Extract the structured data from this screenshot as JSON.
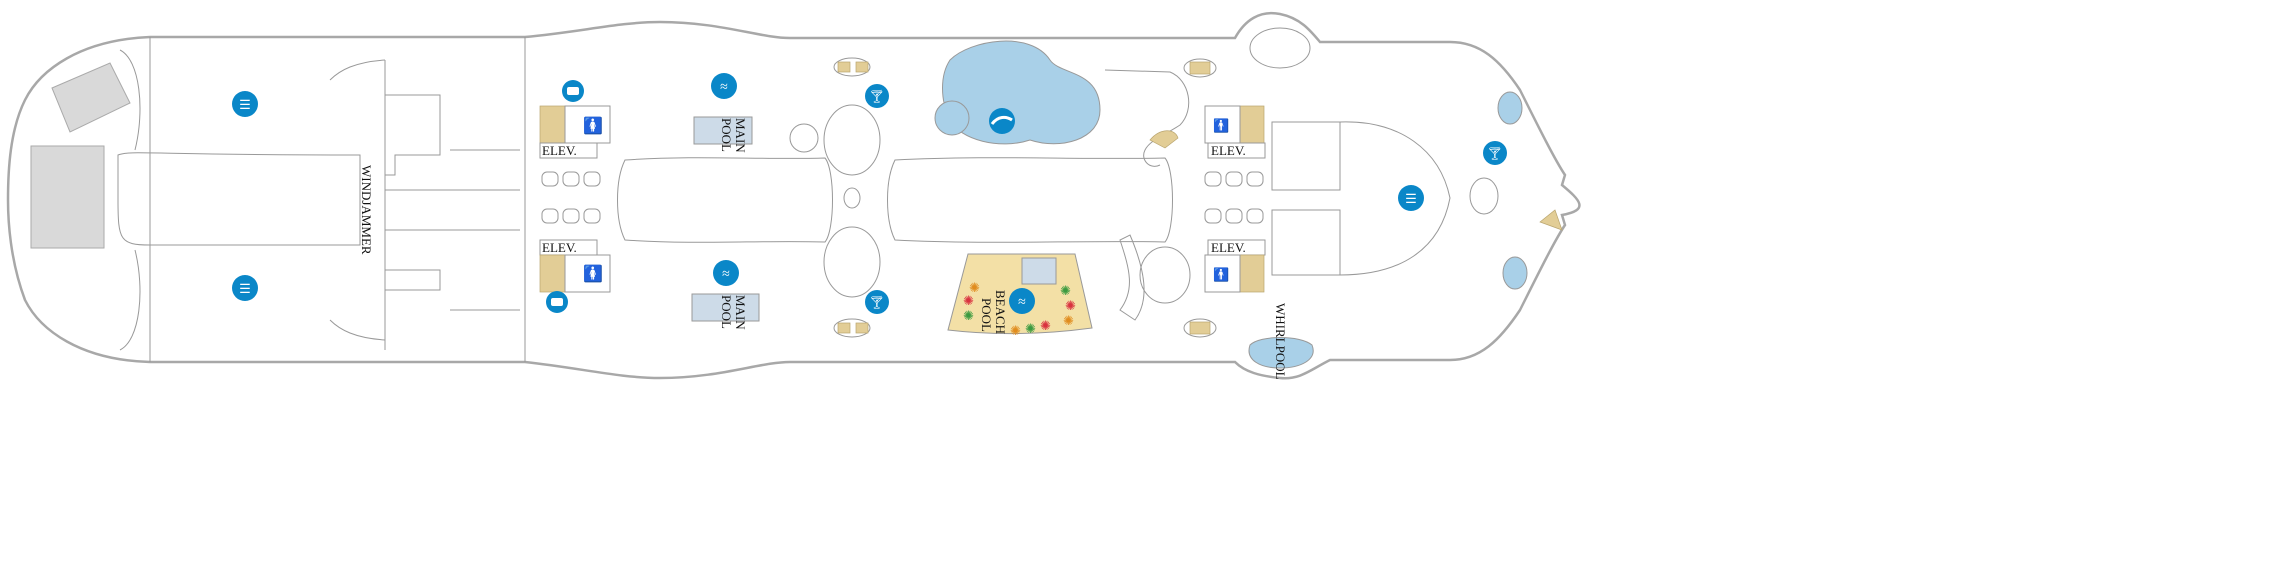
{
  "deck": {
    "labels": {
      "windjammer": "WINDJAMMER",
      "elev_fwd_port": "ELEV.",
      "elev_fwd_stbd": "ELEV.",
      "elev_aft_port": "ELEV.",
      "elev_aft_stbd": "ELEV.",
      "main_pool_top_1": "MAIN",
      "main_pool_top_2": "POOL",
      "main_pool_bottom_1": "MAIN",
      "main_pool_bottom_2": "POOL",
      "beach_pool_1": "BEACH",
      "beach_pool_2": "POOL",
      "whirlpool": "WHIRLPOOL"
    },
    "icons": [
      "dining-icon",
      "swimming-icon",
      "cocktail-icon",
      "lounge-icon",
      "waterslide-icon",
      "men-restroom-icon",
      "women-restroom-icon",
      "accessible-icon",
      "umbrella-icon"
    ],
    "colors": {
      "icon": "#0a87c8",
      "water": "#a9d0e8",
      "pool_box": "#cddbe8",
      "stairs": "#e2cd96",
      "beach": "#f3e0a6",
      "grey_block": "#d9d9d9"
    }
  }
}
